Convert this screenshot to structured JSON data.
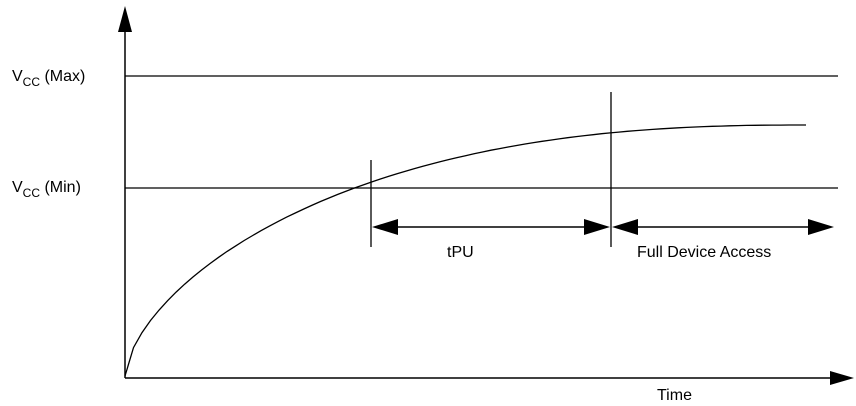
{
  "diagram": {
    "vcc_max": {
      "main": "V",
      "sub": "CC",
      "suffix": " (Max)"
    },
    "vcc_min": {
      "main": "V",
      "sub": "CC",
      "suffix": " (Min)"
    },
    "tpu_label": "tPU",
    "access_label": "Full Device Access",
    "time_label": "Time",
    "colors": {
      "line": "#000000",
      "background": "#ffffff"
    }
  }
}
